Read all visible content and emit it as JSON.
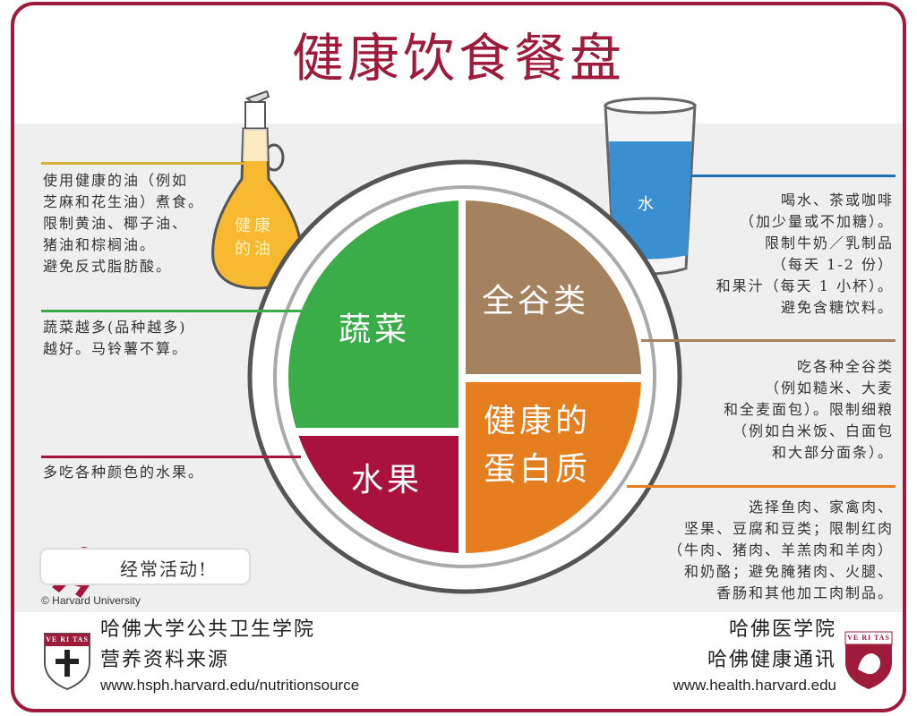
{
  "title": "健康饮食餐盘",
  "colors": {
    "brand": "#9e1b3c",
    "vegetables": "#3aad48",
    "grains": "#a4825f",
    "fruits": "#a8123c",
    "protein": "#e57e1f",
    "oil": "#f6b930",
    "water": "#3a8fd0"
  },
  "oil": {
    "label": "健康\n的油",
    "text": "使用健康的油（例如\n芝麻和花生油）煮食。\n限制黄油、椰子油、\n猪油和棕榈油。\n避免反式脂肪酸。"
  },
  "water": {
    "label": "水",
    "text": "喝水、茶或咖啡\n（加少量或不加糖）。\n限制牛奶／乳制品\n（每天 1-2 份）\n和果汁（每天 1 小杯）。\n避免含糖饮料。"
  },
  "vegetables": {
    "label": "蔬菜",
    "text": "蔬菜越多(品种越多)\n越好。马铃薯不算。"
  },
  "grains": {
    "label": "全谷类",
    "text": "吃各种全谷类\n（例如糙米、大麦\n和全麦面包）。限制细粮\n（例如白米饭、白面包\n和大部分面条）。"
  },
  "fruits": {
    "label": "水果",
    "text": "多吃各种颜色的水果。"
  },
  "protein": {
    "label": "健康的\n蛋白质",
    "text": "选择鱼肉、家禽肉、\n坚果、豆腐和豆类；限制红肉\n（牛肉、猪肉、羊羔肉和羊肉）\n和奶酪；避免腌猪肉、火腿、\n香肠和其他加工肉制品。"
  },
  "activity": {
    "label": "经常活动!",
    "icon": "running-person-icon"
  },
  "copyright": "© Harvard University",
  "footer_left": {
    "line1": "哈佛大学公共卫生学院",
    "line2": "营养资料来源",
    "url": "www.hsph.harvard.edu/nutritionsource",
    "shield": "VE RI TAS"
  },
  "footer_right": {
    "line1": "哈佛医学院",
    "line2": "哈佛健康通讯",
    "url": "www.health.harvard.edu",
    "shield": "VE RI TAS"
  }
}
